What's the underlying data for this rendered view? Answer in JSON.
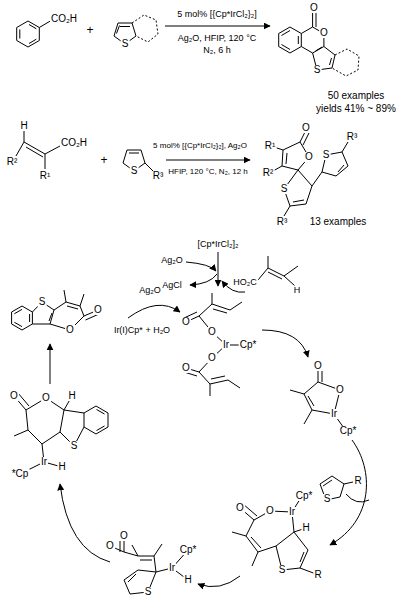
{
  "diagram": {
    "labels": [
      "CO₂H",
      "+",
      "S",
      "5 mol% [{Cp*IrCl₂}₂]",
      "Ag₂O, HFIP, 120 °C",
      "N₂, 6 h",
      "O",
      "O",
      "S",
      "50 examples",
      "yields 41% ~ 89%",
      "H",
      "R²",
      "CO₂H",
      "R¹",
      "+",
      "S",
      "R³",
      "5 mol% [{Cp*IrCl₂}₂], Ag₂O",
      "HFIP, 120 °C, N₂, 12 h",
      "R¹",
      "O",
      "R²",
      "O",
      "S",
      "R³",
      "S",
      "R³",
      "13 examples",
      "[Cp*IrCl₂]₂",
      "Ag₂O",
      "AgCl",
      "HO₂C",
      "H",
      "O",
      "O",
      "Ir",
      "Cp*",
      "O",
      "O",
      "Ag₂O",
      "Ir(I)Cp* + H₂O",
      "O",
      "O",
      "Ir",
      "Cp*",
      "S",
      "R",
      "O",
      "O",
      "Ir",
      "Cp*",
      "H",
      "S",
      "R",
      "O",
      "O",
      "Cp*",
      "Ir",
      "H",
      "S",
      "O",
      "O",
      "H",
      "S",
      "*Cp",
      "Ir",
      "H",
      "S",
      "O",
      "O"
    ]
  }
}
